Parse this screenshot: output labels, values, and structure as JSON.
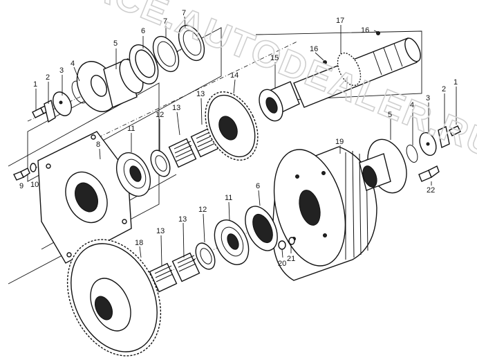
{
  "watermark": "ACE.AUTODEALER.RU",
  "callouts": [
    {
      "id": "label-1-left",
      "text": "1"
    },
    {
      "id": "label-2-left",
      "text": "2"
    },
    {
      "id": "label-3-left",
      "text": "3"
    },
    {
      "id": "label-4-left",
      "text": "4"
    },
    {
      "id": "label-5-left",
      "text": "5"
    },
    {
      "id": "label-6-top",
      "text": "6"
    },
    {
      "id": "label-7-a",
      "text": "7"
    },
    {
      "id": "label-7-b",
      "text": "7"
    },
    {
      "id": "label-8",
      "text": "8"
    },
    {
      "id": "label-9",
      "text": "9"
    },
    {
      "id": "label-10",
      "text": "10"
    },
    {
      "id": "label-11-top",
      "text": "11"
    },
    {
      "id": "label-12-top",
      "text": "12"
    },
    {
      "id": "label-13-top-a",
      "text": "13"
    },
    {
      "id": "label-13-top-b",
      "text": "13"
    },
    {
      "id": "label-14",
      "text": "14"
    },
    {
      "id": "label-15",
      "text": "15"
    },
    {
      "id": "label-16-a",
      "text": "16"
    },
    {
      "id": "label-16-b",
      "text": "16"
    },
    {
      "id": "label-17",
      "text": "17"
    },
    {
      "id": "label-1-right",
      "text": "1"
    },
    {
      "id": "label-2-right",
      "text": "2"
    },
    {
      "id": "label-3-right",
      "text": "3"
    },
    {
      "id": "label-4-right",
      "text": "4"
    },
    {
      "id": "label-5-right",
      "text": "5"
    },
    {
      "id": "label-19",
      "text": "19"
    },
    {
      "id": "label-22",
      "text": "22"
    },
    {
      "id": "label-6-lower",
      "text": "6"
    },
    {
      "id": "label-11-lower",
      "text": "11"
    },
    {
      "id": "label-12-lower",
      "text": "12"
    },
    {
      "id": "label-13-lower-a",
      "text": "13"
    },
    {
      "id": "label-13-lower-b",
      "text": "13"
    },
    {
      "id": "label-18",
      "text": "18"
    },
    {
      "id": "label-20",
      "text": "20"
    },
    {
      "id": "label-21",
      "text": "21"
    }
  ]
}
